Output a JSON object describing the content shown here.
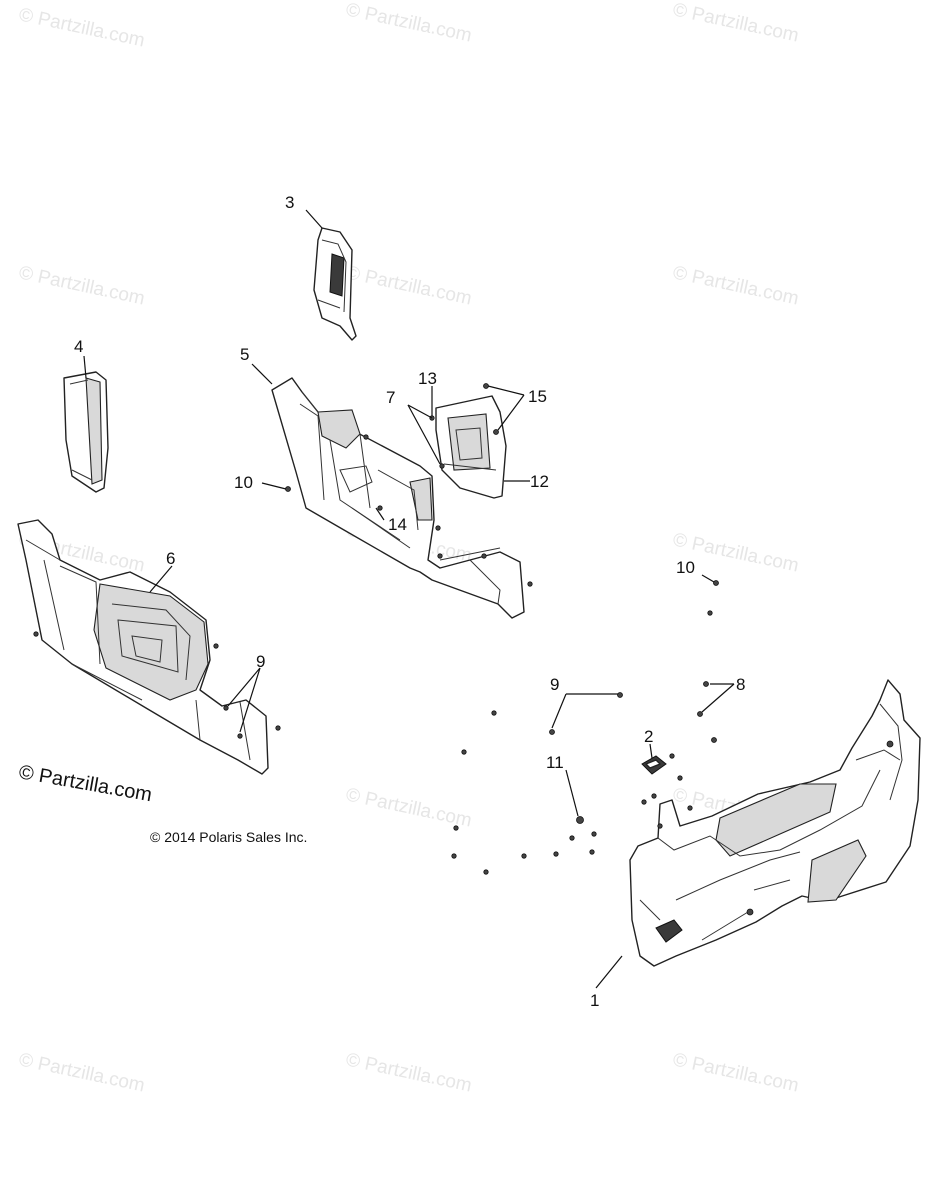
{
  "watermark": {
    "text": "© Partzilla.com",
    "color": "#e6e6e6"
  },
  "footer": {
    "partzilla_mark": "© Partzilla.com",
    "copyright": "© 2014 Polaris Sales Inc."
  },
  "callouts": {
    "c1": "1",
    "c2": "2",
    "c3": "3",
    "c4": "4",
    "c5": "5",
    "c6": "6",
    "c7": "7",
    "c8": "8",
    "c9a": "9",
    "c9b": "9",
    "c10a": "10",
    "c10b": "10",
    "c11": "11",
    "c12": "12",
    "c13": "13",
    "c14": "14",
    "c15": "15"
  }
}
